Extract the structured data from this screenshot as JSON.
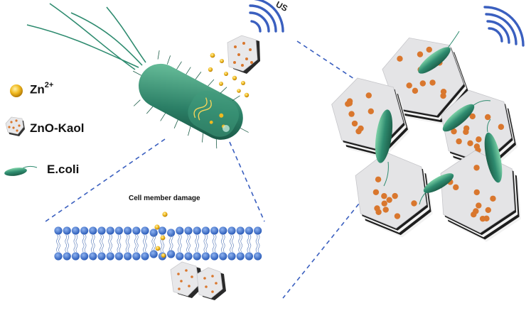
{
  "legend": {
    "zn_base": "Zn",
    "zn_sup": "2+",
    "zno_kaol": "ZnO-Kaol",
    "ecoli": "E.coli"
  },
  "labels": {
    "caption": "Cell member damage",
    "ultrasound": "US"
  },
  "colors": {
    "bacteria": "#2e8b6f",
    "zinc_ion": "#e8b11c",
    "particle_dot": "#d9772e",
    "hexagon_fill": "#e4e4e6",
    "ultrasound_wave": "#3a5fbf",
    "membrane_head": "#3a6cc9",
    "dashed_line": "#3a5fbf"
  }
}
